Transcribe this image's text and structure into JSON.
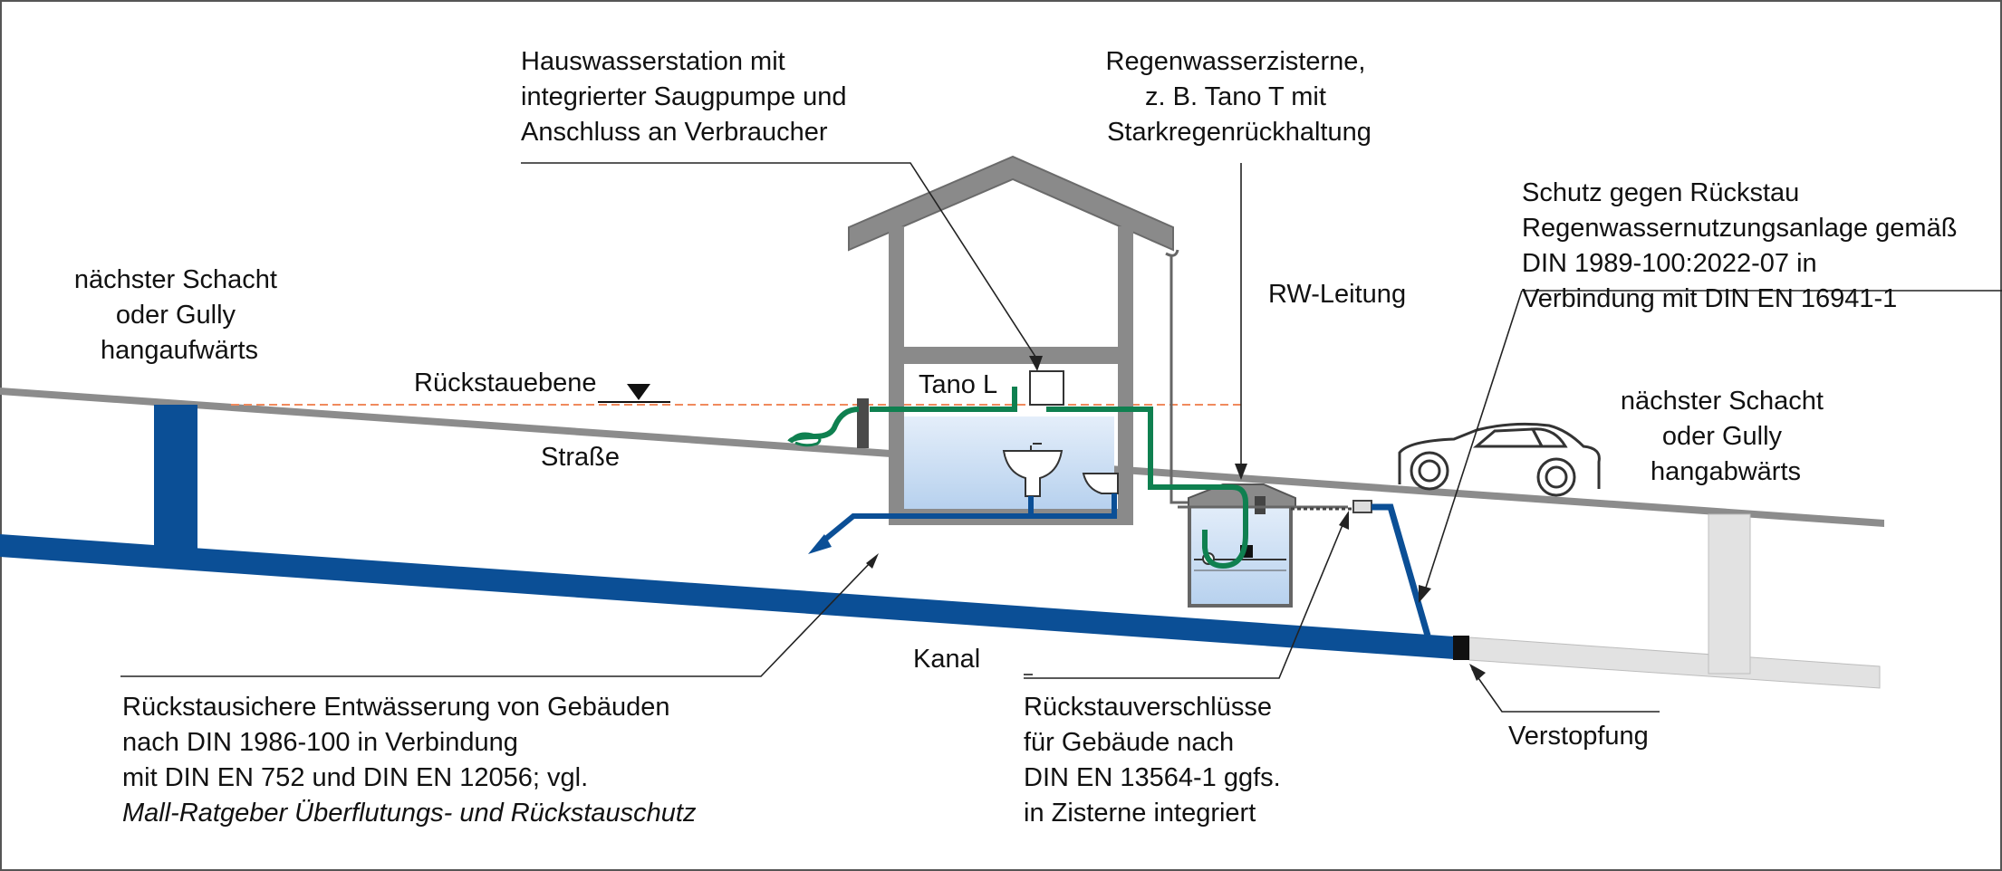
{
  "labels": {
    "hauswasserstation": [
      "Hauswasserstation mit",
      "integrierter Saugpumpe und",
      "Anschluss an Verbraucher"
    ],
    "zisterne": [
      "Regenwasserzisterne,",
      "z. B. Tano T mit",
      "Starkregenrückhaltung"
    ],
    "schutz": [
      "Schutz gegen Rückstau",
      "Regenwassernutzungsanlage gemäß",
      "DIN 1989-100:2022-07 in",
      "Verbindung mit DIN EN 16941-1"
    ],
    "schacht_auf": [
      "nächster Schacht",
      "oder Gully",
      "hangaufwärts"
    ],
    "schacht_ab": [
      "nächster Schacht",
      "oder Gully",
      "hangabwärts"
    ],
    "rw_leitung": "RW-Leitung",
    "rueckstauebene": "Rückstauebene",
    "strasse": "Straße",
    "tano_l": "Tano L",
    "kanal": "Kanal",
    "verstopfung": "Verstopfung",
    "entwaesserung": [
      "Rückstausichere Entwässerung von Gebäuden",
      "nach DIN 1986-100 in Verbindung",
      "mit DIN EN 752 und DIN EN 12056; vgl."
    ],
    "entwaesserung_ref": "Mall-Ratgeber Überflutungs- und Rückstauschutz",
    "rueckstauverschluesse": [
      "Rückstauverschlüsse",
      "für Gebäude nach",
      "DIN EN 13564-1 ggfs.",
      "in Zisterne integriert"
    ]
  },
  "colors": {
    "sewer_blue": "#0b4f96",
    "water_pipe_green": "#0f8050",
    "tank_fill": "#c9def3",
    "road_gray": "#8c8c8c",
    "house_gray": "#8a8a8a",
    "backflow_line": "#f08a5d",
    "dead_sewer": "#dedede"
  }
}
